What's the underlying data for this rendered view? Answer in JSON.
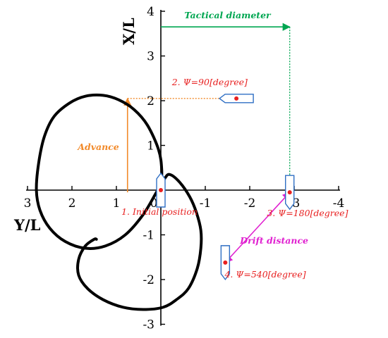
{
  "chart_data": {
    "type": "line",
    "title": "",
    "xlabel": "Y/L",
    "ylabel": "X/L",
    "x_axis_reversed": true,
    "xlim": [
      3,
      -4
    ],
    "ylim": [
      -3,
      4
    ],
    "x_ticks": [
      "3",
      "2",
      "1",
      "0",
      "-1",
      "-2",
      "-3",
      "-4"
    ],
    "y_ticks": [
      "-3",
      "-2",
      "-1",
      "0",
      "1",
      "2",
      "3",
      "4"
    ],
    "grid": false,
    "series": [
      {
        "color": "#000000",
        "points": [
          [
            0.0,
            0.0
          ],
          [
            -0.02,
            0.45
          ],
          [
            0.05,
            0.9
          ],
          [
            0.3,
            1.45
          ],
          [
            0.6,
            1.8
          ],
          [
            0.95,
            2.02
          ],
          [
            1.3,
            2.12
          ],
          [
            1.7,
            2.1
          ],
          [
            2.05,
            1.95
          ],
          [
            2.4,
            1.65
          ],
          [
            2.62,
            1.2
          ],
          [
            2.75,
            0.6
          ],
          [
            2.8,
            0.0
          ],
          [
            2.72,
            -0.45
          ],
          [
            2.5,
            -0.85
          ],
          [
            2.15,
            -1.15
          ],
          [
            1.7,
            -1.3
          ],
          [
            1.25,
            -1.25
          ],
          [
            0.8,
            -1.0
          ],
          [
            0.4,
            -0.55
          ],
          [
            0.1,
            -0.05
          ],
          [
            -0.08,
            0.25
          ],
          [
            -0.2,
            0.35
          ],
          [
            -0.42,
            0.18
          ],
          [
            -0.65,
            -0.15
          ],
          [
            -0.8,
            -0.5
          ],
          [
            -0.9,
            -0.9
          ],
          [
            -0.9,
            -1.3
          ],
          [
            -0.82,
            -1.75
          ],
          [
            -0.62,
            -2.2
          ],
          [
            -0.35,
            -2.45
          ],
          [
            -0.05,
            -2.62
          ],
          [
            0.4,
            -2.67
          ],
          [
            0.85,
            -2.62
          ],
          [
            1.3,
            -2.45
          ],
          [
            1.65,
            -2.2
          ],
          [
            1.85,
            -1.9
          ],
          [
            1.85,
            -1.55
          ],
          [
            1.7,
            -1.25
          ],
          [
            1.5,
            -1.1
          ],
          [
            1.45,
            -1.1
          ]
        ]
      }
    ],
    "annotations": {
      "tactical_diameter": {
        "text": "Tactical diameter",
        "color": "#00a651",
        "y": 3.65,
        "x_from": 0.0,
        "x_to": -2.9
      },
      "advance": {
        "text": "Advance",
        "color": "#f28a2a",
        "x": 0.75,
        "y_from": -0.05,
        "y_to": 2.05
      },
      "drift_distance": {
        "text": "Drift distance",
        "color": "#e020d0",
        "from": [
          -1.45,
          -1.62
        ],
        "to": [
          -2.9,
          -0.05
        ]
      },
      "positions": [
        {
          "text": "1. Initial position",
          "color": "#e82020",
          "x": 0.0,
          "y": 0.0,
          "heading_deg": 0
        },
        {
          "text": "2. Ψ=90[degree]",
          "color": "#e82020",
          "x": -1.7,
          "y": 2.05,
          "heading_deg": 90
        },
        {
          "text": "3. Ψ=180[degree]",
          "color": "#e82020",
          "x": -2.9,
          "y": -0.05,
          "heading_deg": 180
        },
        {
          "text": "4. Ψ=540[degree]",
          "color": "#e82020",
          "x": -1.45,
          "y": -1.62,
          "heading_deg": 180
        }
      ]
    }
  }
}
